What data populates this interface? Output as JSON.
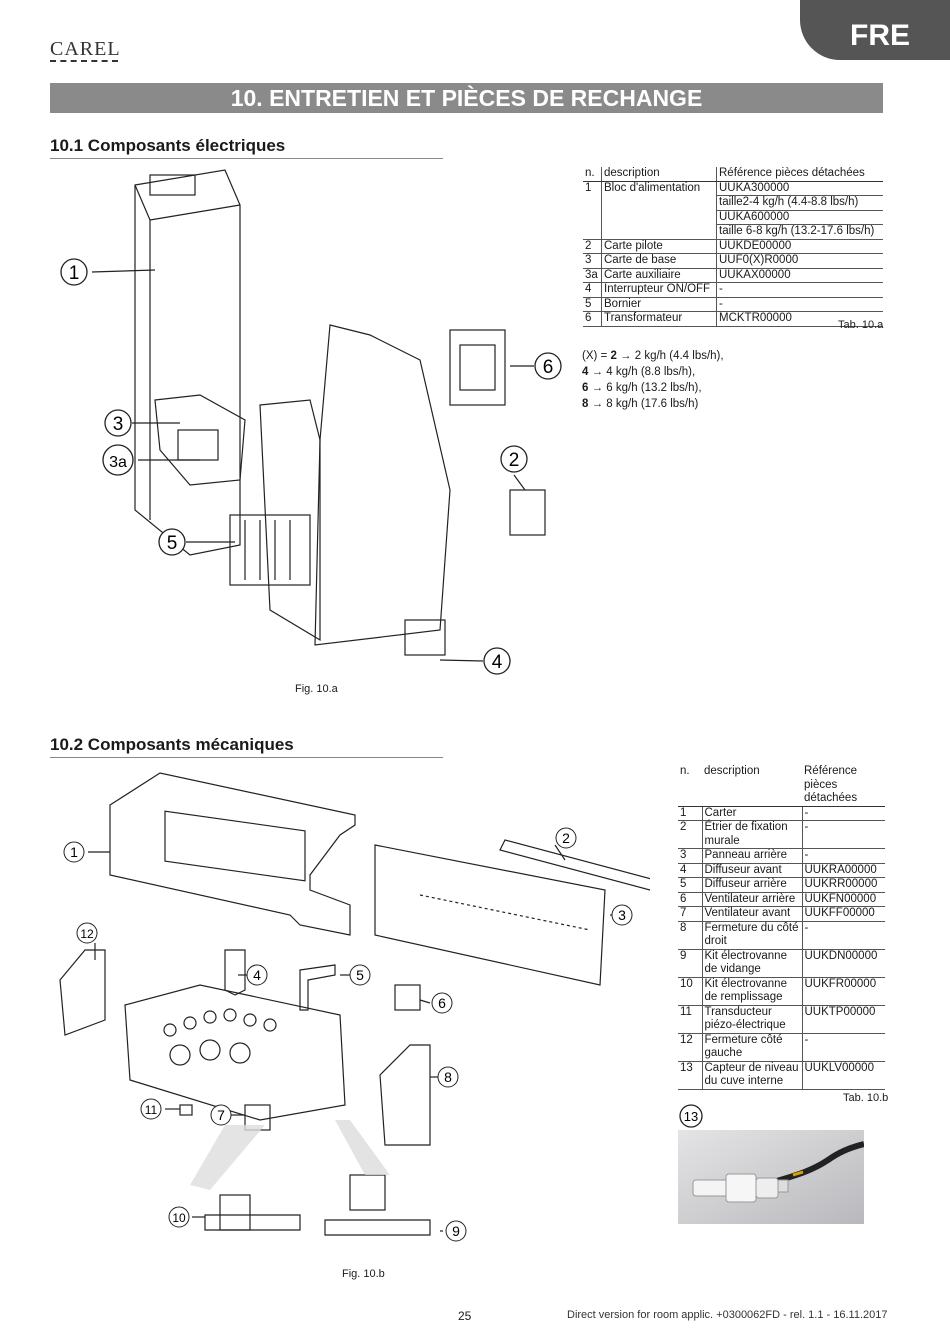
{
  "header": {
    "brand": "CAREL",
    "lang_tab": "FRE",
    "chapter_title": "10. ENTRETIEN ET PIÈCES DE RECHANGE"
  },
  "section1": {
    "title": "10.1  Composants électriques",
    "table": {
      "headers": [
        "n.",
        "description",
        "Référence pièces détachées"
      ],
      "rows": [
        {
          "n": "1",
          "description": "Bloc d'alimentation",
          "ref": "UUKA300000"
        },
        {
          "n": "",
          "description": "",
          "ref": "taille2-4 kg/h (4.4-8.8 lbs/h)"
        },
        {
          "n": "",
          "description": "",
          "ref": "UUKA600000"
        },
        {
          "n": "",
          "description": "",
          "ref": "taille 6-8 kg/h (13.2-17.6 lbs/h)"
        },
        {
          "n": "2",
          "description": "Carte pilote",
          "ref": "UUKDE00000"
        },
        {
          "n": "3",
          "description": "Carte de base",
          "ref": "UUF0(X)R0000"
        },
        {
          "n": "3a",
          "description": "Carte auxiliaire",
          "ref": "UUKAX00000"
        },
        {
          "n": "4",
          "description": "Interrupteur  ON/OFF",
          "ref": "-"
        },
        {
          "n": "5",
          "description": "Bornier",
          "ref": "-"
        },
        {
          "n": "6",
          "description": "Transformateur",
          "ref": "MCKTR00000"
        }
      ],
      "caption": "Tab. 10.a"
    },
    "notes": [
      {
        "pre": "(X) = ",
        "bold": "2",
        "post": " → 2 kg/h (4.4 lbs/h),"
      },
      {
        "pre": "",
        "bold": "4",
        "post": " → 4 kg/h (8.8 lbs/h),"
      },
      {
        "pre": "",
        "bold": "6",
        "post": " → 6 kg/h (13.2 lbs/h),"
      },
      {
        "pre": "",
        "bold": "8",
        "post": " → 8 kg/h (17.6 lbs/h)"
      }
    ],
    "figure": {
      "caption": "Fig. 10.a",
      "callouts": [
        "1",
        "3",
        "3a",
        "5",
        "6",
        "2",
        "4"
      ]
    }
  },
  "section2": {
    "title": "10.2  Composants mécaniques",
    "table": {
      "headers": [
        "n.",
        "description",
        "Référence pièces détachées"
      ],
      "header_lines": [
        "Référence",
        "pièces",
        "détachées"
      ],
      "rows": [
        {
          "n": "1",
          "description": [
            "Carter"
          ],
          "ref": "-"
        },
        {
          "n": "2",
          "description": [
            "Étrier de fixation",
            "murale"
          ],
          "ref": "-"
        },
        {
          "n": "3",
          "description": [
            "Panneau arrière"
          ],
          "ref": "-"
        },
        {
          "n": "4",
          "description": [
            "Diffuseur avant"
          ],
          "ref": "UUKRA00000"
        },
        {
          "n": "5",
          "description": [
            "Diffuseur arrière"
          ],
          "ref": "UUKRR00000"
        },
        {
          "n": "6",
          "description": [
            "Ventilateur arrière"
          ],
          "ref": "UUKFN00000"
        },
        {
          "n": "7",
          "description": [
            "Ventilateur avant"
          ],
          "ref": "UUKFF00000"
        },
        {
          "n": "8",
          "description": [
            "Fermeture du côté",
            "droit"
          ],
          "ref": "-"
        },
        {
          "n": "9",
          "description": [
            "Kit électrovanne",
            "de vidange"
          ],
          "ref": "UUKDN00000"
        },
        {
          "n": "10",
          "description": [
            "Kit électrovanne",
            "de remplissage"
          ],
          "ref": "UUKFR00000"
        },
        {
          "n": "11",
          "description": [
            "Transducteur",
            "piézo-électrique"
          ],
          "ref": "UUKTP00000"
        },
        {
          "n": "12",
          "description": [
            "Fermeture côté",
            "gauche"
          ],
          "ref": "-"
        },
        {
          "n": "13",
          "description": [
            "Capteur de niveau",
            "du cuve interne"
          ],
          "ref": "UUKLV00000"
        }
      ],
      "caption": "Tab. 10.b"
    },
    "photo_callout": "13",
    "figure": {
      "caption": "Fig. 10.b",
      "callouts": [
        "1",
        "2",
        "3",
        "12",
        "4",
        "5",
        "6",
        "8",
        "11",
        "7",
        "10",
        "9"
      ]
    }
  },
  "footer": {
    "page_number": "25",
    "doc_ref": "Direct version for room applic. +0300062FD - rel. 1.1 - 16.11.2017"
  }
}
